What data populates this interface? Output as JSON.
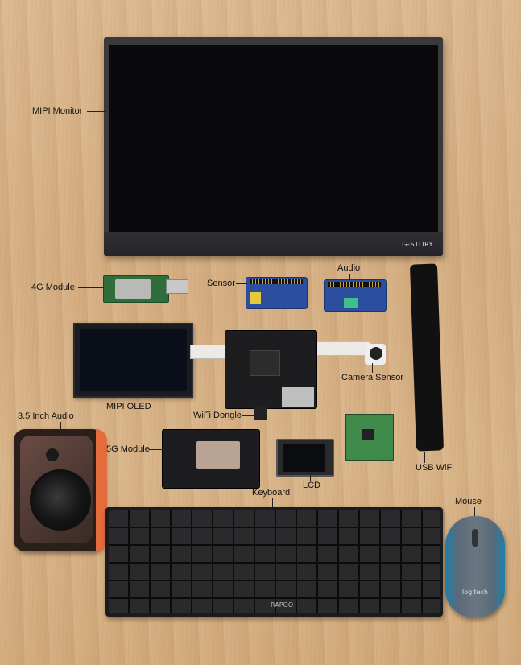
{
  "labels": {
    "mipi_monitor": "MIPI Monitor",
    "module_4g": "4G Module",
    "sensor": "Sensor",
    "audio": "Audio",
    "mipi_oled": "MIPI OLED",
    "camera_sensor": "Camera Sensor",
    "wifi_dongle": "WiFi Dongle",
    "audio_35": "3.5 Inch Audio",
    "module_5g": "5G Module",
    "lcd": "LCD",
    "usb_wifi": "USB WiFi",
    "keyboard": "Keyboard",
    "mouse": "Mouse"
  },
  "brands": {
    "monitor": "G-STORY",
    "keyboard": "RAPOO",
    "mouse": "logitech"
  }
}
